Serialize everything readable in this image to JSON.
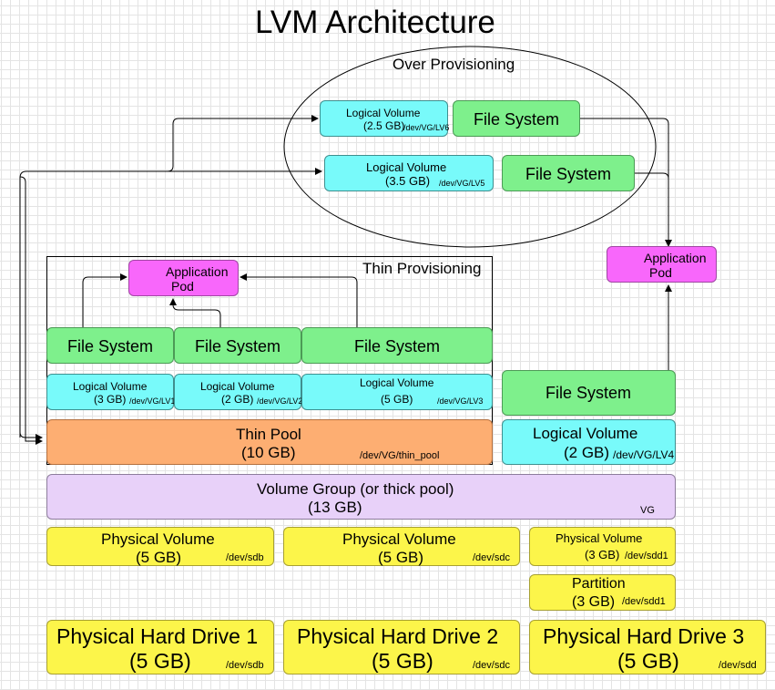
{
  "title": "LVM Architecture",
  "over_provisioning": {
    "label": "Over Provisioning",
    "lv6": {
      "name": "Logical Volume",
      "size": "(2.5 GB)",
      "path": "/dev/VG/LV6"
    },
    "lv5": {
      "name": "Logical Volume",
      "size": "(3.5 GB)",
      "path": "/dev/VG/LV5"
    },
    "fs_top": "File System",
    "fs_bottom": "File System"
  },
  "thin_provisioning": {
    "label": "Thin Provisioning",
    "pod": {
      "line1": "Application",
      "line2": "Pod"
    },
    "fs1": "File System",
    "fs2": "File System",
    "fs3": "File System",
    "lv1": {
      "name": "Logical Volume",
      "size": "(3 GB)",
      "path": "/dev/VG/LV1"
    },
    "lv2": {
      "name": "Logical Volume",
      "size": "(2 GB)",
      "path": "/dev/VG/LV2"
    },
    "lv3": {
      "name": "Logical Volume",
      "size": "(5 GB)",
      "path": "/dev/VG/LV3"
    },
    "pool": {
      "name": "Thin Pool",
      "size": "(10 GB)",
      "path": "/dev/VG/thin_pool"
    }
  },
  "right_stack": {
    "pod": {
      "line1": "Application",
      "line2": "Pod"
    },
    "fs": "File System",
    "lv4": {
      "name": "Logical Volume",
      "size": "(2 GB)",
      "path": "/dev/VG/LV4"
    }
  },
  "volume_group": {
    "name": "Volume Group (or thick pool)",
    "size": "(13 GB)",
    "tag": "VG"
  },
  "physical_volumes": [
    {
      "name": "Physical Volume",
      "size": "(5 GB)",
      "path": "/dev/sdb"
    },
    {
      "name": "Physical Volume",
      "size": "(5 GB)",
      "path": "/dev/sdc"
    },
    {
      "name": "Physical Volume",
      "size": "(3 GB)",
      "path": "/dev/sdd1"
    }
  ],
  "partition": {
    "name": "Partition",
    "size": "(3 GB)",
    "path": "/dev/sdd1"
  },
  "hard_drives": [
    {
      "name": "Physical Hard Drive 1",
      "size": "(5 GB)",
      "path": "/dev/sdb"
    },
    {
      "name": "Physical Hard Drive 2",
      "size": "(5 GB)",
      "path": "/dev/sdc"
    },
    {
      "name": "Physical Hard Drive 3",
      "size": "(5 GB)",
      "path": "/dev/sdd"
    }
  ],
  "colors": {
    "file_system": "#7ef08c",
    "logical_volume": "#78fafa",
    "thin_pool": "#fdae72",
    "volume_group": "#e8d1f9",
    "physical": "#fcf54a",
    "pod": "#f867fb"
  }
}
